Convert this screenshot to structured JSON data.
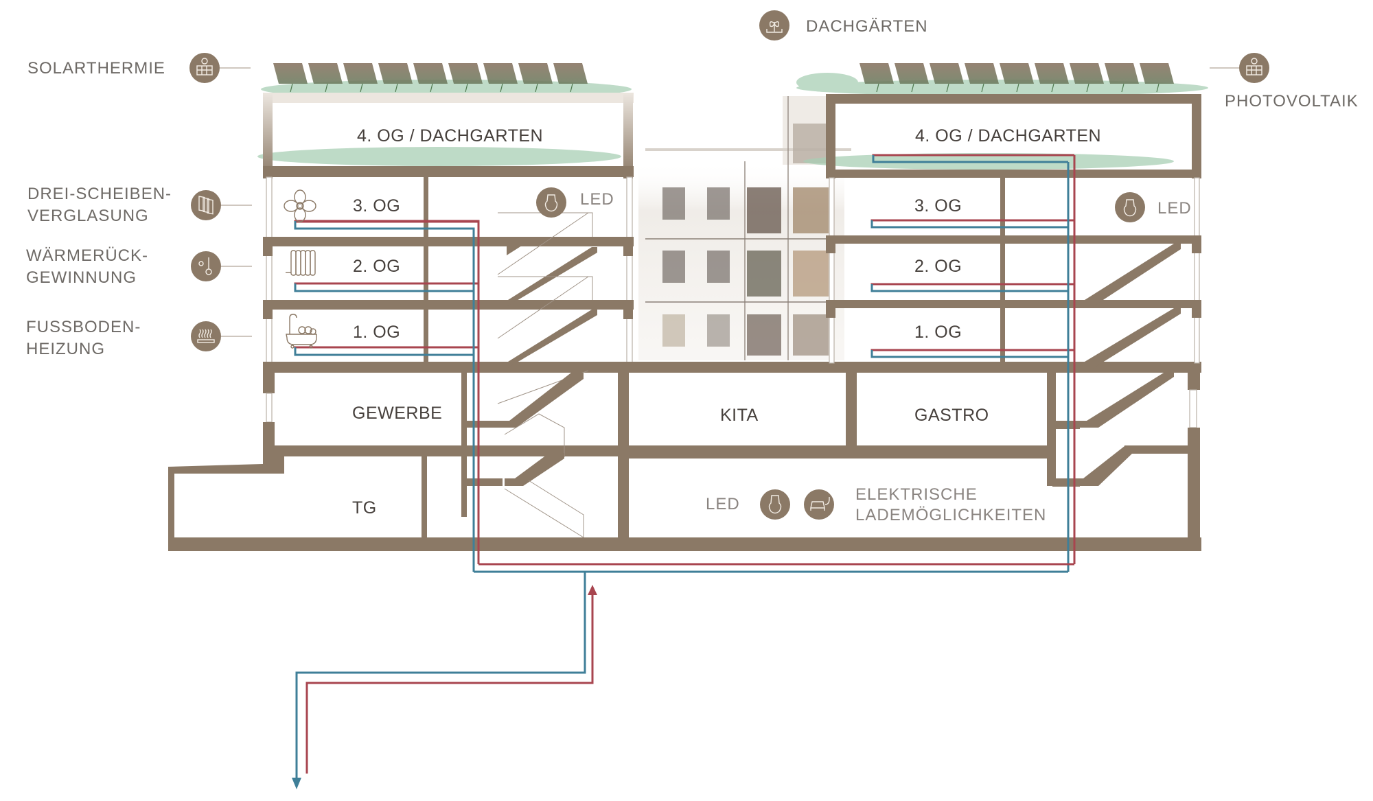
{
  "legend": {
    "top": {
      "label": "DACHGÄRTEN",
      "icon": "plant-sprout-icon"
    },
    "left": [
      {
        "label_lines": [
          "SOLARTHERMIE"
        ],
        "icon": "solar-panel-icon"
      },
      {
        "label_lines": [
          "DREI-SCHEIBEN-",
          "VERGLASUNG"
        ],
        "icon": "triple-glazing-icon"
      },
      {
        "label_lines": [
          "WÄRMERÜCK-",
          "GEWINNUNG"
        ],
        "icon": "thermometer-sun-icon"
      },
      {
        "label_lines": [
          "FUSSBODEN-",
          "HEIZUNG"
        ],
        "icon": "floor-heating-icon"
      }
    ],
    "right": {
      "label": "PHOTOVOLTAIK",
      "icon": "solar-panel-icon"
    }
  },
  "rooms": {
    "left_4og": "4. OG / DACHGARTEN",
    "right_4og": "4. OG / DACHGARTEN",
    "left_3og": "3. OG",
    "left_2og": "2. OG",
    "left_1og": "1. OG",
    "right_3og": "3. OG",
    "right_2og": "2. OG",
    "right_1og": "1. OG",
    "gewerbe": "GEWERBE",
    "kita": "KITA",
    "gastro": "GASTRO",
    "tg": "TG"
  },
  "annotations": {
    "led_left": "LED",
    "led_right": "LED",
    "led_basement": "LED",
    "charging_line1": "ELEKTRISCHE",
    "charging_line2": "LADEMÖGLICHKEITEN"
  },
  "room_icons": {
    "left_3og": "fan-icon",
    "left_2og": "radiator-icon",
    "left_1og": "bathtub-icon"
  },
  "colors": {
    "structure": "#8b7966",
    "supply_pipe": "#a8454f",
    "return_pipe": "#3f7f98",
    "greenery": "#a9cfb5",
    "text_dark": "#46403c",
    "text_light": "#6e6a66"
  }
}
